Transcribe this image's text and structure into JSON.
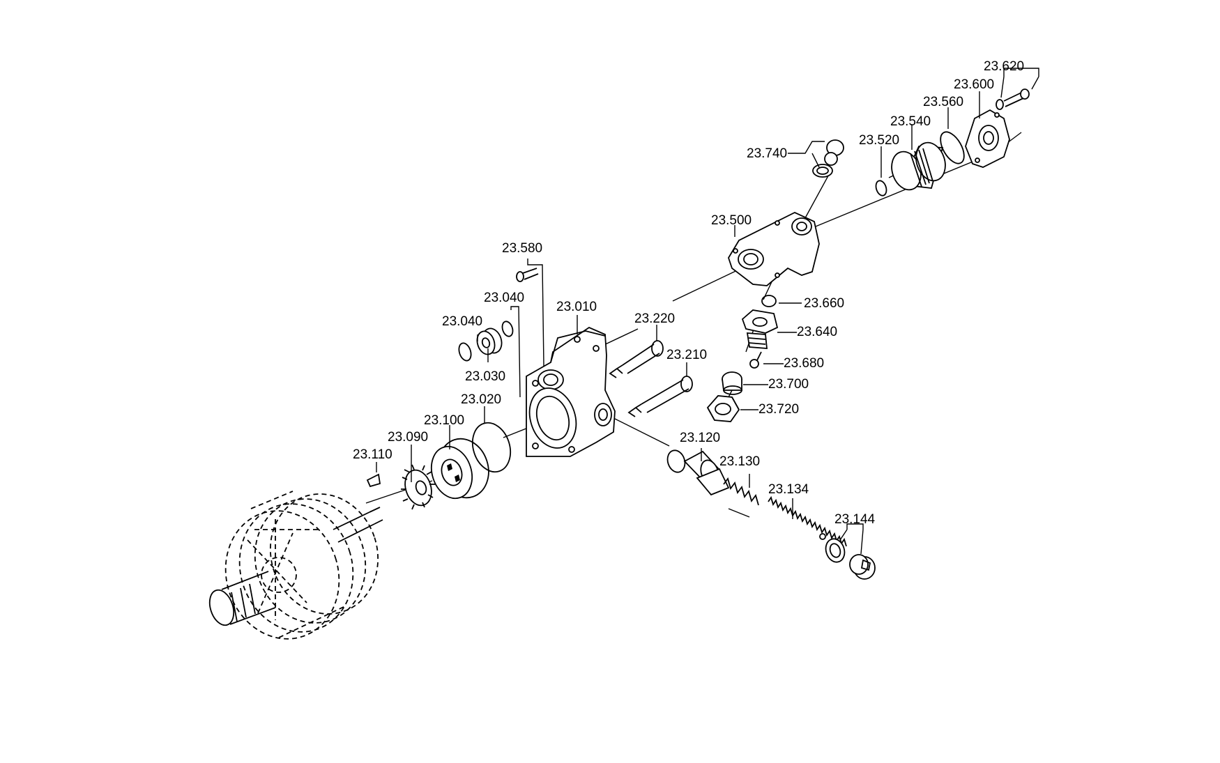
{
  "diagram": {
    "callouts": [
      {
        "id": "23.620",
        "text": "23.620"
      },
      {
        "id": "23.600",
        "text": "23.600"
      },
      {
        "id": "23.560",
        "text": "23.560"
      },
      {
        "id": "23.540",
        "text": "23.540"
      },
      {
        "id": "23.520",
        "text": "23.520"
      },
      {
        "id": "23.740",
        "text": "23.740"
      },
      {
        "id": "23.500",
        "text": "23.500"
      },
      {
        "id": "23.580",
        "text": "23.580"
      },
      {
        "id": "23.040a",
        "text": "23.040"
      },
      {
        "id": "23.010",
        "text": "23.010"
      },
      {
        "id": "23.220",
        "text": "23.220"
      },
      {
        "id": "23.660",
        "text": "23.660"
      },
      {
        "id": "23.040b",
        "text": "23.040"
      },
      {
        "id": "23.640",
        "text": "23.640"
      },
      {
        "id": "23.210",
        "text": "23.210"
      },
      {
        "id": "23.680",
        "text": "23.680"
      },
      {
        "id": "23.030",
        "text": "23.030"
      },
      {
        "id": "23.700",
        "text": "23.700"
      },
      {
        "id": "23.020",
        "text": "23.020"
      },
      {
        "id": "23.720",
        "text": "23.720"
      },
      {
        "id": "23.100",
        "text": "23.100"
      },
      {
        "id": "23.120",
        "text": "23.120"
      },
      {
        "id": "23.090",
        "text": "23.090"
      },
      {
        "id": "23.130",
        "text": "23.130"
      },
      {
        "id": "23.110",
        "text": "23.110"
      },
      {
        "id": "23.134",
        "text": "23.134"
      },
      {
        "id": "23.144",
        "text": "23.144"
      }
    ]
  }
}
